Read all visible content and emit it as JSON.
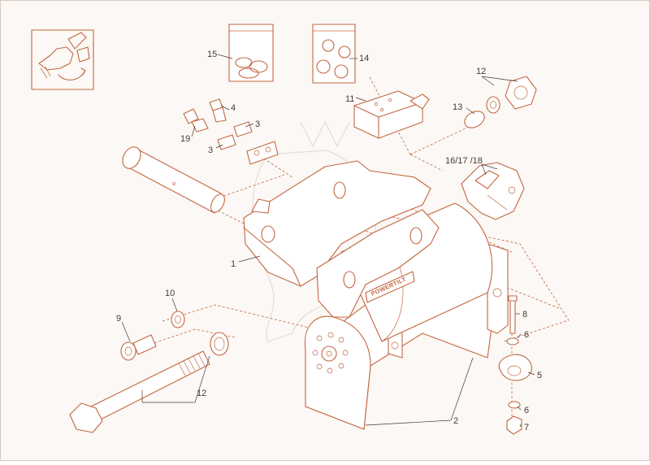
{
  "diagram": {
    "brand_plate": "POWERTILT",
    "labels": [
      {
        "id": "c1",
        "text": "1"
      },
      {
        "id": "c2",
        "text": "2"
      },
      {
        "id": "c3a",
        "text": "3"
      },
      {
        "id": "c3b",
        "text": "3"
      },
      {
        "id": "c4",
        "text": "4"
      },
      {
        "id": "c5",
        "text": "5"
      },
      {
        "id": "c6a",
        "text": "6"
      },
      {
        "id": "c6b",
        "text": "6"
      },
      {
        "id": "c7",
        "text": "7"
      },
      {
        "id": "c8",
        "text": "8"
      },
      {
        "id": "c9",
        "text": "9"
      },
      {
        "id": "c10",
        "text": "10"
      },
      {
        "id": "c11",
        "text": "11"
      },
      {
        "id": "c12a",
        "text": "12"
      },
      {
        "id": "c12b",
        "text": "12"
      },
      {
        "id": "c13",
        "text": "13"
      },
      {
        "id": "c14",
        "text": "14"
      },
      {
        "id": "c15",
        "text": "15"
      },
      {
        "id": "c161718",
        "text": "16/17 /18"
      },
      {
        "id": "c19",
        "text": "19"
      }
    ],
    "colors": {
      "line": "#c4663f",
      "text": "#4a3a30",
      "background": "#fbf8f5",
      "watermark": "#e6ddd6"
    },
    "icons": [
      "excavator-arm-thumbnail-icon",
      "rotation-arrow-icon"
    ]
  }
}
